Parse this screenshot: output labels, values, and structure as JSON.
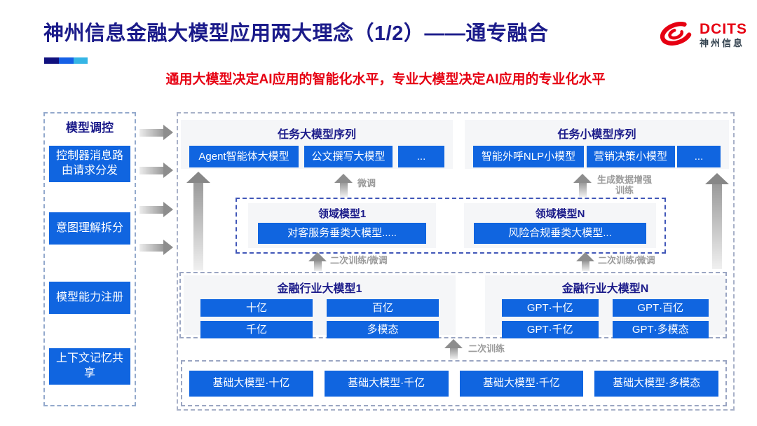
{
  "slide": {
    "title": "神州信息金融大模型应用两大理念（1/2）——通专融合",
    "subtitle": "通用大模型决定AI应用的智能化水平，专业大模型决定AI应用的专业化水平"
  },
  "logo": {
    "brand": "DCITS",
    "company": "神州信息"
  },
  "sidebar": {
    "title": "模型调控",
    "items": [
      {
        "label": "控制器消息路由请求分发"
      },
      {
        "label": "意图理解拆分"
      },
      {
        "label": "模型能力注册"
      },
      {
        "label": "上下文记忆共享"
      }
    ]
  },
  "task_groups": [
    {
      "title": "任务大模型序列",
      "models": [
        "Agent智能体大模型",
        "公文撰写大模型",
        "..."
      ]
    },
    {
      "title": "任务小模型序列",
      "models": [
        "智能外呼NLP小模型",
        "营销决策小模型",
        "..."
      ]
    }
  ],
  "domain_groups": [
    {
      "title": "领域模型1",
      "model": "对客服务垂类大模型....."
    },
    {
      "title": "领域模型N",
      "model": "风险合规垂类大模型..."
    }
  ],
  "industry_groups": [
    {
      "title": "金融行业大模型1",
      "models": [
        "十亿",
        "百亿",
        "千亿",
        "多模态"
      ]
    },
    {
      "title": "金融行业大模型N",
      "models": [
        "GPT·十亿",
        "GPT·百亿",
        "GPT·千亿",
        "GPT·多模态"
      ]
    }
  ],
  "base_models": [
    {
      "label": "基础大模型·十亿"
    },
    {
      "label": "基础大模型·千亿"
    },
    {
      "label": "基础大模型·千亿"
    },
    {
      "label": "基础大模型·多模态"
    }
  ],
  "arrow_labels": {
    "finetune": "微调",
    "augmented": "生成数据增强训练",
    "retrain_finetune_left": "二次训练/微调",
    "retrain_finetune_right": "二次训练/微调",
    "retrain": "二次训练"
  },
  "colors": {
    "accent_blue": "#1065e0",
    "navy": "#1b1b8a",
    "red": "#e60012"
  }
}
